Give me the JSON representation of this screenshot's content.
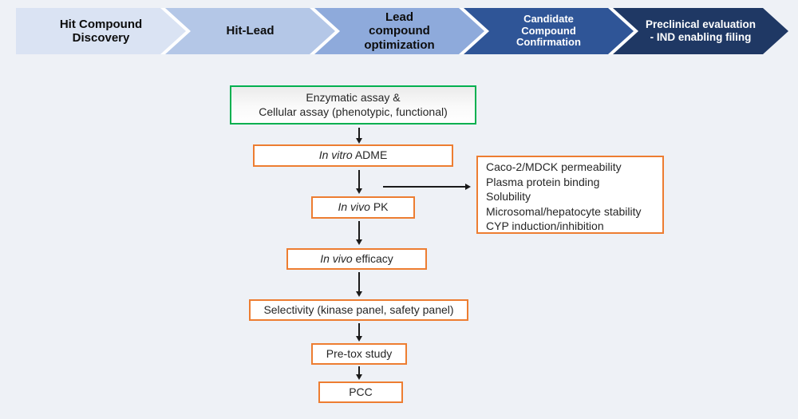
{
  "pipeline": {
    "stages": [
      {
        "label": "Hit Compound\nDiscovery",
        "bg": "#dae3f3",
        "fg": "#0d0d0d"
      },
      {
        "label": "Hit-Lead",
        "bg": "#b4c7e7",
        "fg": "#0d0d0d"
      },
      {
        "label": "Lead\ncompound\noptimization",
        "bg": "#8eaadb",
        "fg": "#0d0d0d"
      },
      {
        "label": "Candidate\nCompound\nConfirmation",
        "bg": "#2f5597",
        "fg": "#ffffff"
      },
      {
        "label": "Preclinical evaluation\n- IND enabling filing",
        "bg": "#1f3864",
        "fg": "#ffffff"
      }
    ]
  },
  "flow": {
    "colors": {
      "highlight_border": "#00b050",
      "step_border": "#ed7d31",
      "arrow": "#1a1a1a"
    },
    "assay": {
      "line1": "Enzymatic assay &",
      "line2": "Cellular assay (phenotypic, functional)"
    },
    "adme": {
      "italic": "In vitro",
      "rest": " ADME"
    },
    "pk": {
      "italic": "In vivo",
      "rest": " PK"
    },
    "efficacy": {
      "italic": "In vivo",
      "rest": " efficacy"
    },
    "selectivity": {
      "label": "Selectivity (kinase panel, safety panel)"
    },
    "pretox": {
      "label": "Pre-tox study"
    },
    "pcc": {
      "label": "PCC"
    },
    "adme_details": {
      "lines": [
        "Caco-2/MDCK permeability",
        "Plasma protein binding",
        "Solubility",
        "Microsomal/hepatocyte stability",
        "CYP induction/inhibition"
      ]
    }
  }
}
